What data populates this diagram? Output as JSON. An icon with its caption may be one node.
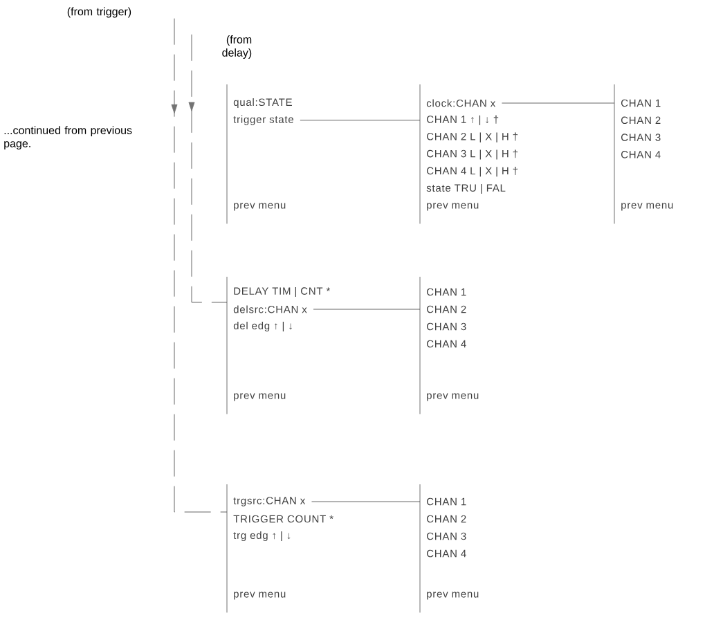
{
  "diagram": {
    "nodes": [
      {
        "text": [
          "(from trigger)"
        ]
      },
      {
        "text": [
          "(from delay)"
        ]
      },
      {
        "text": [
          "qual:STATE",
          "trigger state",
          "prev menu"
        ]
      },
      {
        "text": [
          "clock:CHAN x",
          "CHAN 1 ↑ | ↓ †",
          "CHAN 2 L | X | H †",
          "CHAN 3 L | X | H †",
          "CHAN 4 L | X | H †",
          "state TRU | FAL",
          "prev menu"
        ]
      },
      {
        "text": [
          "CHAN 1",
          "CHAN 2",
          "CHAN 3",
          "CHAN 4",
          "prev menu"
        ]
      },
      {
        "text": [
          "DELAY TIM | CNT *",
          "delsrc:CHAN x",
          "del edg ↑ | ↓",
          "prev menu"
        ]
      },
      {
        "text": [
          "CHAN 1",
          "CHAN 2",
          "CHAN 3",
          "CHAN 4",
          "prev menu"
        ]
      },
      {
        "text": [
          "trgsrc:CHAN x",
          "TRIGGER COUNT *",
          "trg edg ↑ | ↓",
          "prev menu"
        ]
      },
      {
        "text": [
          "CHAN 1",
          "CHAN 2",
          "CHAN 3",
          "CHAN 4",
          "prev menu"
        ]
      }
    ],
    "edges": [
      {
        "from": 0,
        "to": 7,
        "arrow": "to",
        "style": "dashed"
      },
      {
        "from": 1,
        "to": 5,
        "arrow": "to",
        "style": "dashed"
      },
      {
        "from": 2,
        "to": 3,
        "arrow": "none"
      },
      {
        "from": 3,
        "to": 4,
        "arrow": "none"
      },
      {
        "from": 5,
        "to": 6,
        "arrow": "none"
      },
      {
        "from": 7,
        "to": 8,
        "arrow": "none"
      }
    ],
    "labels": [
      "...continued from previous page."
    ]
  }
}
